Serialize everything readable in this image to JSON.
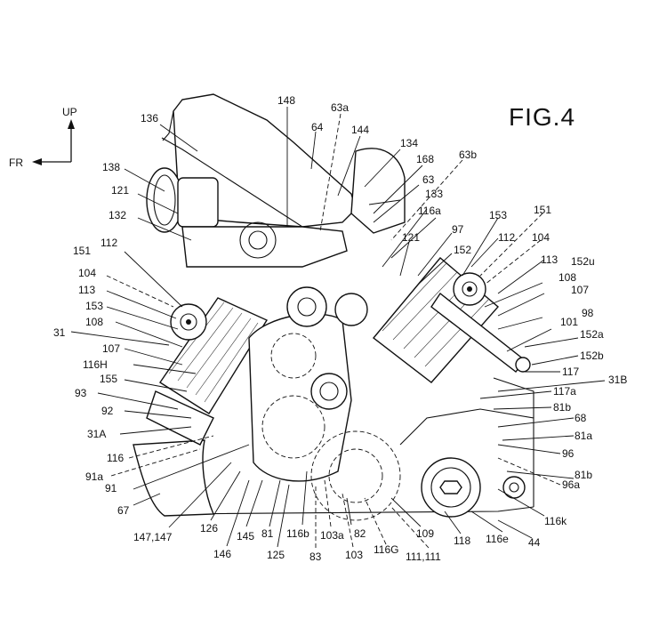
{
  "figure": {
    "title": "FIG.4",
    "axis_up": "UP",
    "axis_front": "FR"
  },
  "labels": {
    "l136": "136",
    "l148": "148",
    "l63a": "63a",
    "l64": "64",
    "l144": "144",
    "l134": "134",
    "l168": "168",
    "l63b": "63b",
    "l138": "138",
    "l63": "63",
    "l121a": "121",
    "l133": "133",
    "l116a": "116a",
    "l153a": "153",
    "l151a": "151",
    "l132": "132",
    "l97": "97",
    "l112a": "112",
    "l104a": "104",
    "l121b": "121",
    "l152": "152",
    "l151b": "151",
    "l112b": "112",
    "l113a": "113",
    "l152u": "152u",
    "l104b": "104",
    "l108a": "108",
    "l113b": "113",
    "l107a": "107",
    "l153b": "153",
    "l101": "101",
    "l108b": "108",
    "l98": "98",
    "l31": "31",
    "l152a": "152a",
    "l107b": "107",
    "l152b": "152b",
    "l116H": "116H",
    "l117": "117",
    "l155": "155",
    "l31B": "31B",
    "l93": "93",
    "l117a": "117a",
    "l92": "92",
    "l81b_a": "81b",
    "l68": "68",
    "l31A": "31A",
    "l81a": "81a",
    "l116": "116",
    "l96": "96",
    "l91a": "91a",
    "l91": "91",
    "l96a": "96a",
    "l81b_b": "81b",
    "l67": "67",
    "l116k": "116k",
    "l147": "147,147",
    "l126": "126",
    "l145": "145",
    "l81": "81",
    "l116b": "116b",
    "l103a": "103a",
    "l82": "82",
    "l109": "109",
    "l118": "118",
    "l116e": "116e",
    "l44": "44",
    "l146": "146",
    "l125": "125",
    "l83": "83",
    "l103": "103",
    "l116G": "116G",
    "l111": "111,111"
  }
}
